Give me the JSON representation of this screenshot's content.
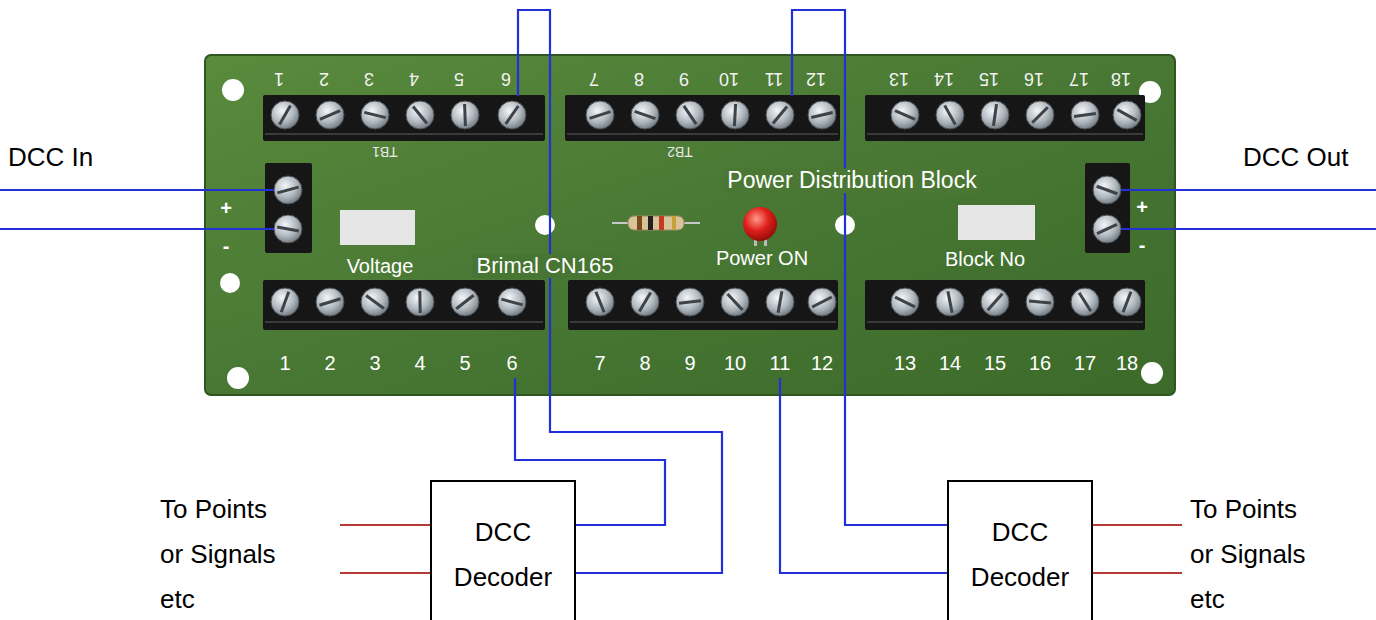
{
  "diagram": {
    "nodes": [
      {
        "text": [
          "DCC Decoder"
        ]
      },
      {
        "text": [
          "DCC Decoder"
        ]
      }
    ],
    "labels": [
      "DCC In",
      "DCC Out",
      "1",
      "2",
      "3",
      "4",
      "5",
      "6",
      "7",
      "8",
      "9",
      "10",
      "11",
      "12",
      "13",
      "14",
      "15",
      "16",
      "17",
      "18",
      "TB1",
      "TB2",
      "+",
      "-",
      "+",
      "-",
      "Power Distribution Block",
      "Voltage",
      "Brimal CN165",
      "Power ON",
      "Block No",
      "1",
      "2",
      "3",
      "4",
      "5",
      "6",
      "7",
      "8",
      "9",
      "10",
      "11",
      "12",
      "13",
      "14",
      "15",
      "16",
      "17",
      "18",
      "To Points or Signals etc",
      "To Points or Signals etc"
    ]
  }
}
